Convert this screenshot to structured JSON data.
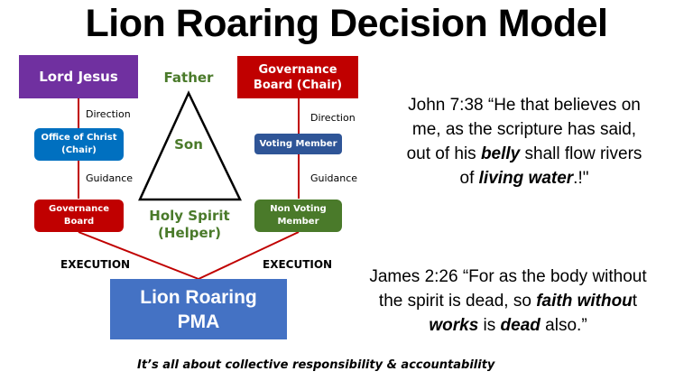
{
  "title": "Lion Roaring Decision Model",
  "left_column": {
    "top_box": "Lord Jesus",
    "label_1": "Direction",
    "middle_box_line1": "Office of Christ",
    "middle_box_line2": "(Chair)",
    "label_2": "Guidance",
    "bottom_box_line1": "Governance",
    "bottom_box_line2": "Board"
  },
  "right_column": {
    "top_box_line1": "Governance",
    "top_box_line2": "Board (Chair)",
    "label_1": "Direction",
    "middle_box": "Voting Member",
    "label_2": "Guidance",
    "bottom_box_line1": "Non Voting",
    "bottom_box_line2": "Member"
  },
  "trinity": {
    "top": "Father",
    "center": "Son",
    "bottom_line1": "Holy Spirit",
    "bottom_line2": "(Helper)"
  },
  "execution_left": "EXECUTION",
  "execution_right": "EXECUTION",
  "pma_line1": "Lion Roaring",
  "pma_line2": "PMA",
  "quote1": {
    "l1": "John 7:38 “He that believes on",
    "l2": "me, as the scripture has said,",
    "l3a": "out of his ",
    "l3b": "belly",
    "l3c": " shall flow rivers",
    "l4a": "of ",
    "l4b": "living water",
    "l4c": ".!\""
  },
  "quote2": {
    "l1": "James 2:26 “For as the body without",
    "l2a": "the spirit is dead, so ",
    "l2b": "faith withou",
    "l2c": "t",
    "l3a": "works",
    "l3b": " is ",
    "l3c": "dead",
    "l3d": " also.”"
  },
  "footer": "It’s all about collective responsibility & accountability",
  "colors": {
    "purple": "#7030a0",
    "red": "#c00000",
    "blue_mid": "#0070c0",
    "navy": "#2f5597",
    "green": "#4a7a2a",
    "pma_blue": "#4472c4",
    "line_red": "#c00000"
  }
}
